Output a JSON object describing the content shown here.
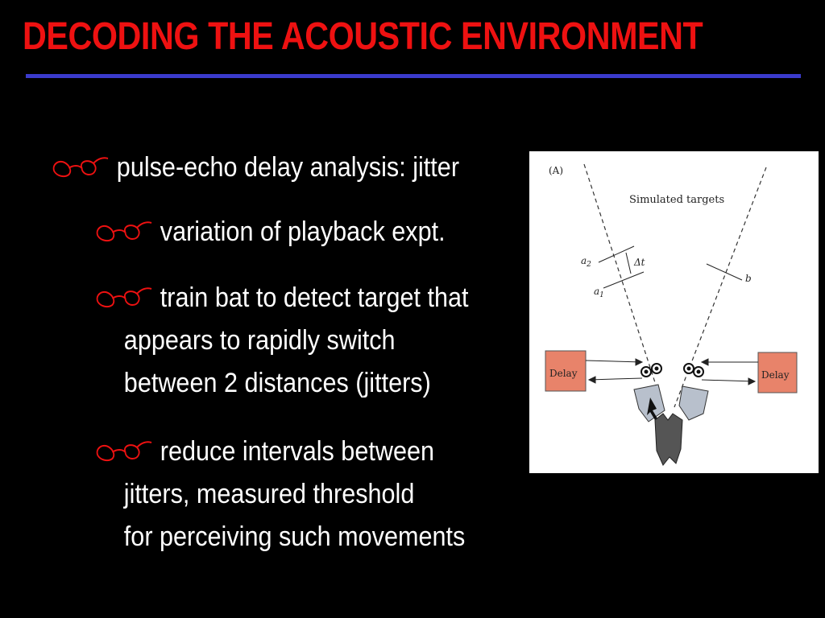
{
  "slide": {
    "title": "DECODING THE ACOUSTIC ENVIRONMENT",
    "accent_color": "#ee1111",
    "rule_color": "#3b3bcc",
    "bullet_icon": "spectacles-icon",
    "bullets": [
      {
        "lines": [
          "pulse-echo delay analysis: jitter"
        ]
      },
      {
        "lines": [
          "variation of playback expt."
        ]
      },
      {
        "lines": [
          "train bat to detect target that",
          "appears to rapidly switch",
          "between 2 distances (jitters)"
        ]
      },
      {
        "lines": [
          "reduce intervals between",
          "jitters, measured threshold",
          "for perceiving such movements"
        ]
      }
    ]
  },
  "figure": {
    "panel_label": "(A)",
    "caption": "Simulated targets",
    "labels": {
      "a2": "a",
      "a2_sub": "2",
      "a1": "a",
      "a1_sub": "1",
      "delta_t": "Δt",
      "b": "b",
      "delay_left": "Delay",
      "delay_right": "Delay"
    }
  }
}
